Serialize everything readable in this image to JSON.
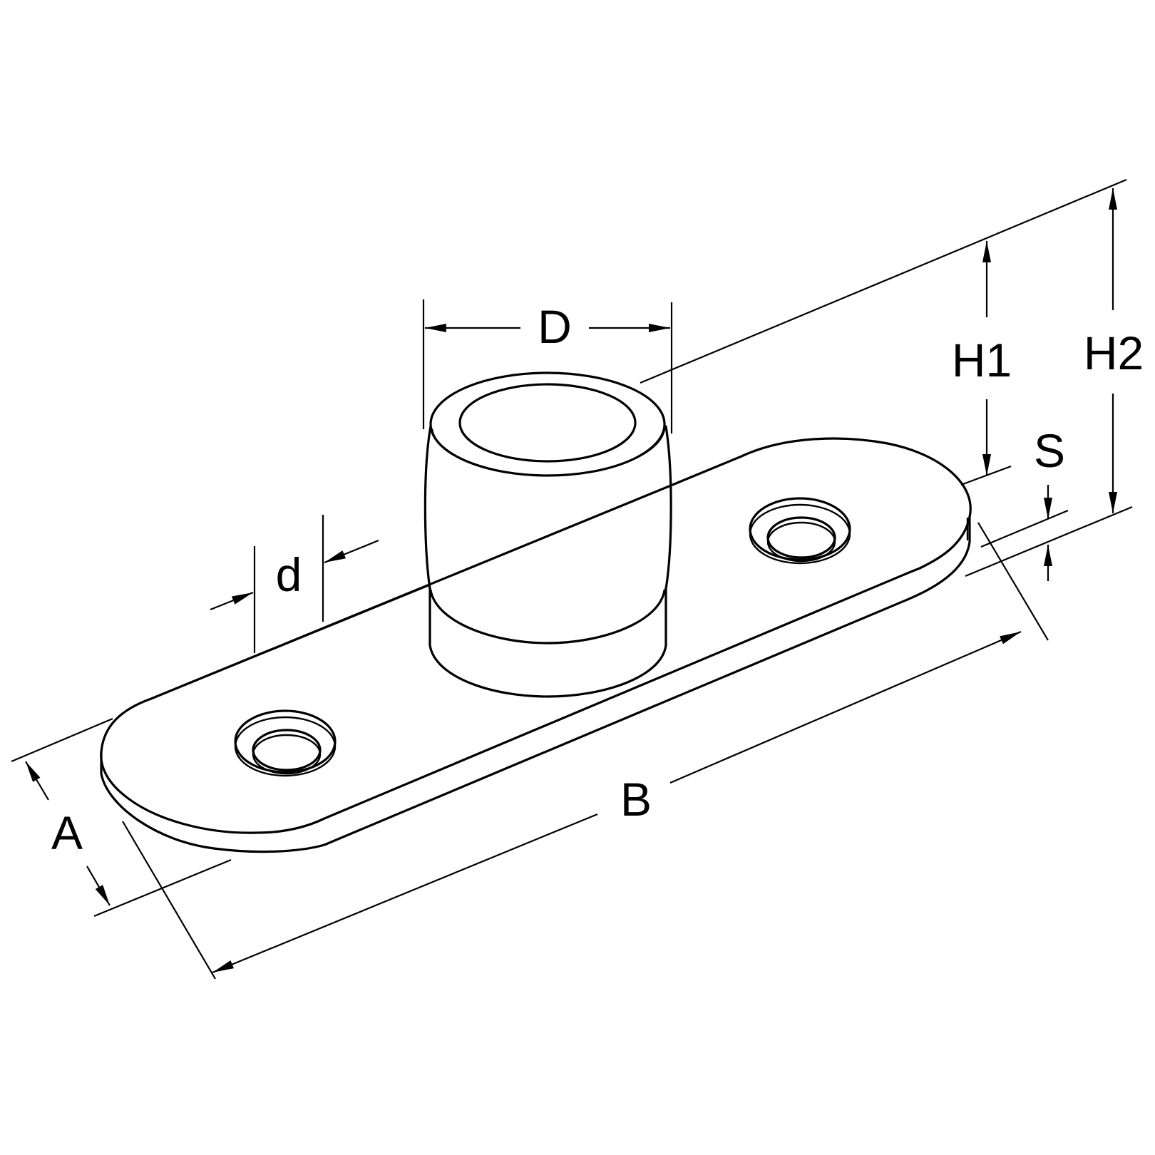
{
  "labels": {
    "D": "D",
    "d": "d",
    "H1": "H1",
    "H2": "H2",
    "S": "S",
    "A": "A",
    "B": "B"
  },
  "colors": {
    "stroke": "#000000",
    "background": "#ffffff"
  }
}
